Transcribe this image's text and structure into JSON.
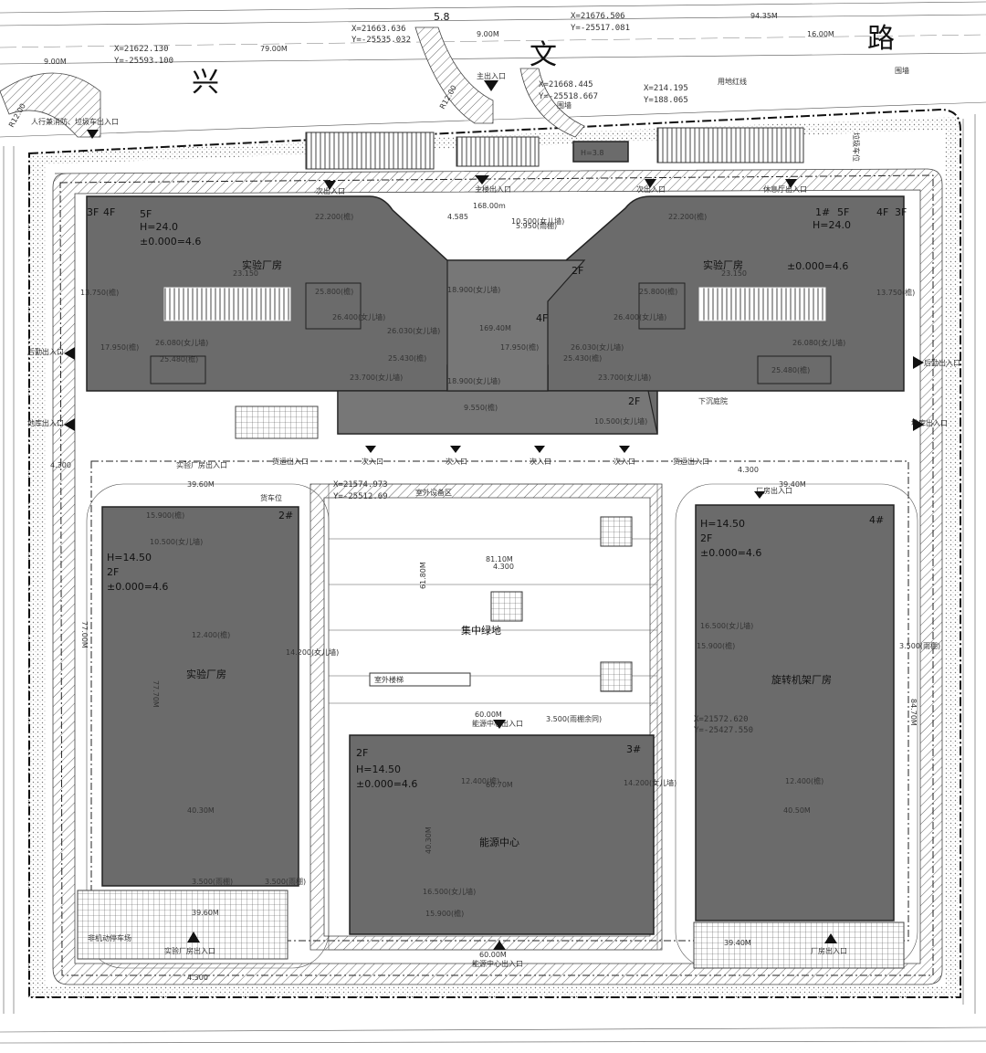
{
  "roads": {
    "north": [
      "兴",
      "文",
      "路"
    ]
  },
  "coordinates": [
    {
      "x": "X=21663.636",
      "y": "Y=-25535.032"
    },
    {
      "x": "X=21676.506",
      "y": "Y=-25517.081"
    },
    {
      "x": "X=21622.130",
      "y": "Y=-25593.100"
    },
    {
      "x": "X=21668.445",
      "y": "Y=-25518.667"
    },
    {
      "x": "X=214.195",
      "y": "Y=188.065"
    },
    {
      "x": "X=21574.973",
      "y": "Y=-25512.69"
    },
    {
      "x": "X=21572.620",
      "y": "Y=-25427.550"
    }
  ],
  "dimensions": {
    "top1": "5.8",
    "top2": "9.00M",
    "top3": "79.00M",
    "top4": "94.35M",
    "top5": "16.00M",
    "top6": "9.00M",
    "d168": "168.00m",
    "d169": "169.40M",
    "d81": "81.10M",
    "d61": "61.80M",
    "d60a": "60.00M",
    "d60b": "60.70M",
    "d60c": "60.00M",
    "d40a": "40.30M",
    "d40b": "40.30M",
    "d40c": "40.50M",
    "d39a": "39.60M",
    "d39b": "39.60M",
    "d39c": "39.40M",
    "d39d": "39.40M",
    "d77a": "77.00M",
    "d77b": "77.70M",
    "d84": "84.70M",
    "d4300a": "4.300",
    "d4300b": "4.300",
    "d4300c": "4.300",
    "d4300d": "4.300"
  },
  "buildings": {
    "b1": {
      "name_left": "实验厂房",
      "name_right": "实验厂房",
      "height_left": "H=24.0",
      "height_right": "H=24.0",
      "floors_left": "5F",
      "floors_right": "5F",
      "level_left": "±0.000=4.6",
      "level_right": "±0.000=4.6",
      "tag": "1#",
      "f3l": "3F",
      "f4l": "4F",
      "f3r": "3F",
      "f4r": "4F",
      "f2a": "2F",
      "f4c": "4F",
      "f2b": "2F"
    },
    "b2": {
      "tag": "2#",
      "height": "H=14.50",
      "floors": "2F",
      "level": "±0.000=4.6",
      "name": "实验厂房",
      "elev": "12.400(檐)"
    },
    "b3": {
      "tag": "3#",
      "height": "H=14.50",
      "floors": "2F",
      "level": "±0.000=4.6",
      "name": "能源中心",
      "elev": "12.400(檐)"
    },
    "b4": {
      "tag": "4#",
      "height": "H=14.50",
      "floors": "2F",
      "level": "±0.000=4.6",
      "name": "旋转机架厂房",
      "elev": "12.400(檐)"
    }
  },
  "elevations": {
    "e1": "22.200(檐)",
    "e2": "22.200(檐)",
    "e3": "25.800(檐)",
    "e4": "25.800(檐)",
    "e5": "26.400(女儿墙)",
    "e6": "26.400(女儿墙)",
    "e7": "18.900(女儿墙)",
    "e8": "18.900(女儿墙)",
    "e9": "17.950(檐)",
    "e10": "17.950(檐)",
    "e11": "26.030(女儿墙)",
    "e12": "26.030(女儿墙)",
    "e13": "25.430(檐)",
    "e14": "25.430(檐)",
    "e15": "23.700(女儿墙)",
    "e16": "23.700(女儿墙)",
    "e17": "9.550(檐)",
    "e18": "10.500(女儿墙)",
    "e19": "4.585",
    "e20": "5.950(雨棚)",
    "e21": "10.500(女儿墙)",
    "e22": "15.900(檐)",
    "e23": "10.500(女儿墙)",
    "e24": "14.200(女儿墙)",
    "e25": "16.500(女儿墙)",
    "e26": "15.900(檐)",
    "e27": "14.200(女儿墙)",
    "e28": "16.500(女儿墙)",
    "e29": "15.900(檐)",
    "e30": "3.500(雨棚)",
    "e31": "3.500(雨棚)",
    "e32": "3.500(雨棚)",
    "e33": "3.500(雨棚余同)",
    "e34": "13.750(檐)",
    "e35": "13.750(檐)",
    "e36": "26.080(女儿墙)",
    "e37": "26.080(女儿墙)",
    "e38": "25.480(檐)",
    "e39": "25.480(檐)",
    "e40": "23.150",
    "e41": "23.150"
  },
  "labels": {
    "main_entrance": "主出入口",
    "main_building_entrance": "主楼出入口",
    "sub_entrance_a": "次出入口",
    "sub_entrance_b": "次出入口",
    "lounge_entrance": "休息厅出入口",
    "rear_entrance_l": "后勤出入口",
    "rear_entrance_r": "后勤出入口",
    "garage_l": "地库出入口",
    "garage_r": "地库出入口",
    "lab_entrance_a": "实验厂房出入口",
    "lab_entrance_b": "实验厂房出入口",
    "factory_entrance_a": "厂房出入口",
    "factory_entrance_b": "厂房出入口",
    "energy_entrance_a": "能源中心出入口",
    "energy_entrance_b": "能源中心出入口",
    "cargo_entrance_a": "货运出入口",
    "cargo_entrance_b": "货运出入口",
    "sub_in_a": "次入口",
    "sub_in_b": "次入口",
    "sub_in_c": "次入口",
    "sub_in_d": "次入口",
    "green": "集中绿地",
    "pedestrian": "人行兼消防、垃圾车出入口",
    "waste": "垃圾车位",
    "loading": "货车位",
    "parking": "非机动停车场",
    "sunken": "下沉庭院",
    "outdoor_stairs": "室外楼梯",
    "outdoor_equip": "室外设备区",
    "wall_a": "围墙",
    "wall_b": "围墙",
    "redline": "用地红线",
    "h38": "H=3.8",
    "r12a": "R12.00",
    "r12b": "R12.00"
  }
}
